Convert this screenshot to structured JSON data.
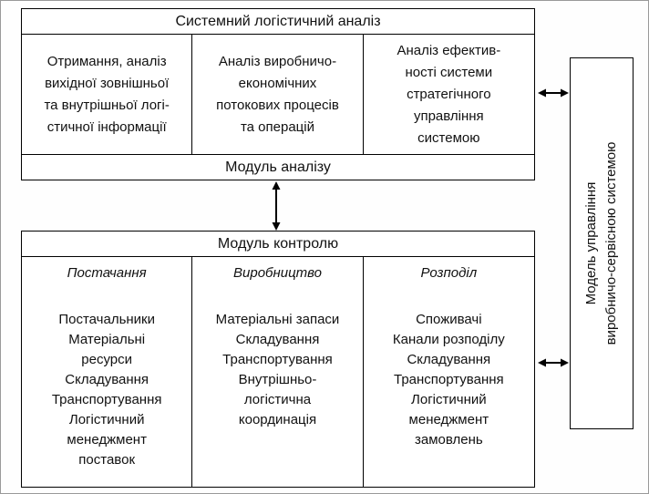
{
  "colors": {
    "border": "#000000",
    "background": "#ffffff",
    "text": "#111111"
  },
  "top_block": {
    "header": "Системний логістичний аналіз",
    "cells": [
      "Отримання, аналіз\nвихідної зовнішньої\nта внутрішньої логі-\nстичної інформації",
      "Аналіз виробничо-\nекономічних\nпотокових процесів\nта операцій",
      "Аналіз ефектив-\nності системи\nстратегічного\nуправління\nсистемою"
    ],
    "footer": "Модуль аналізу"
  },
  "bottom_block": {
    "header": "Модуль контролю",
    "columns": [
      {
        "title": "Постачання",
        "items": [
          "Постачальники",
          "Матеріальні\nресурси",
          "Складування",
          "Транспортування",
          "Логістичний\nменеджмент\nпоставок"
        ]
      },
      {
        "title": "Виробництво",
        "items": [
          "Матеріальні запаси",
          "Складування",
          "Транспортування",
          "Внутрішньо-\nлогістична\nкоординація"
        ]
      },
      {
        "title": "Розподіл",
        "items": [
          "Споживачі",
          "Канали розподілу",
          "Складування",
          "Транспортування",
          "Логістичний\nменеджмент\nзамовлень"
        ]
      }
    ]
  },
  "right_box": {
    "label": "Модель управління\nвиробничо-сервісною системою"
  }
}
